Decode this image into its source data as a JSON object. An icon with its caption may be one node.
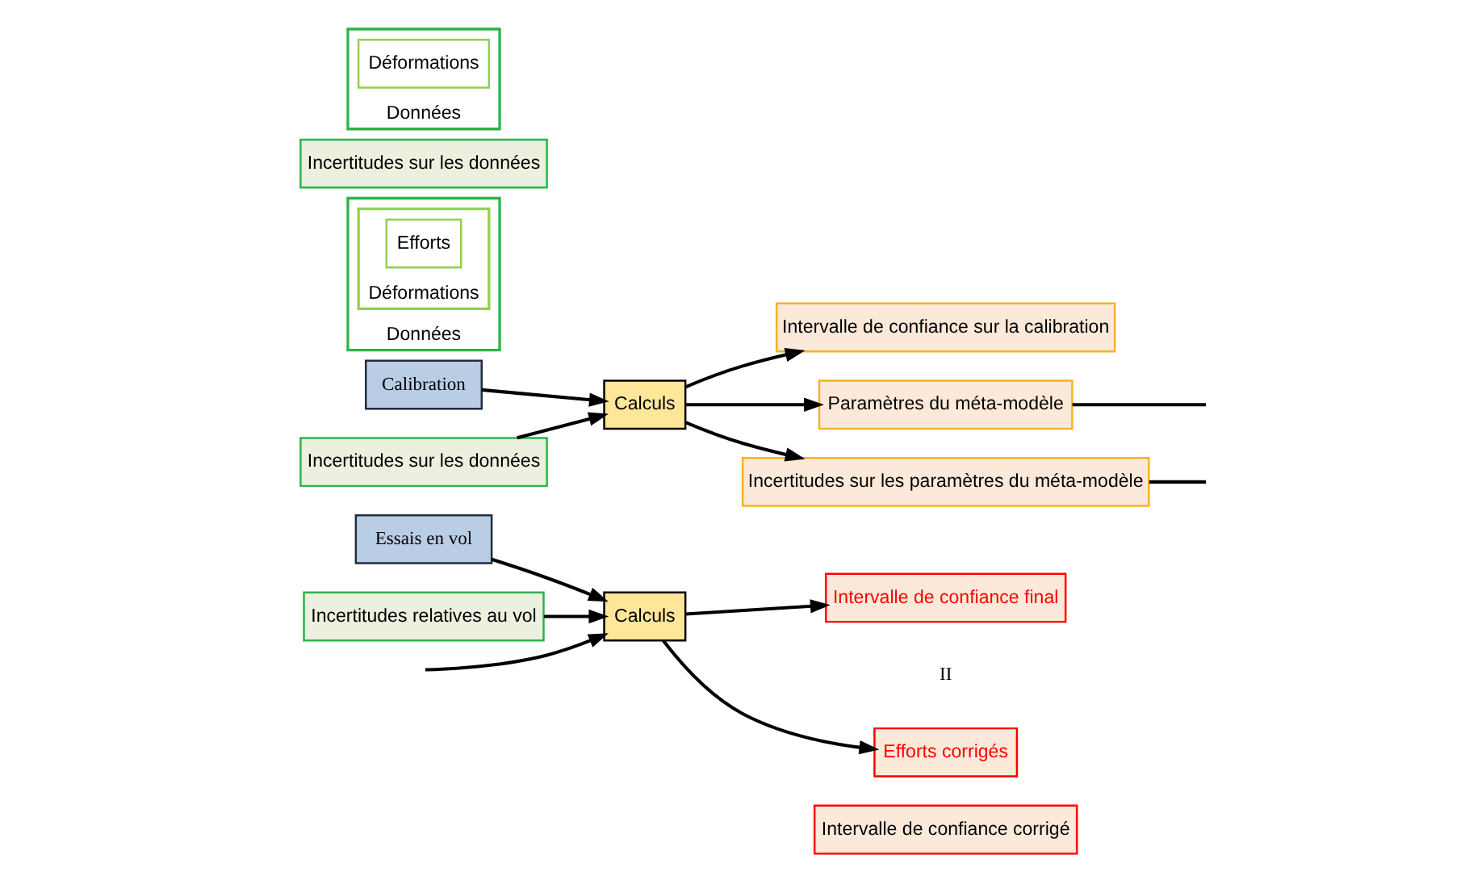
{
  "diagram": {
    "nodes": [
      {
        "text": [
          "Calibration"
        ]
      },
      {
        "text": [
          "Données"
        ]
      },
      {
        "text": [
          "Déformations"
        ],
        "in": 1
      },
      {
        "text": [
          "Efforts"
        ],
        "in": 2
      },
      {
        "text": [
          "Calculs"
        ]
      },
      {
        "text": [
          "Incertitudes sur les données"
        ]
      },
      {
        "text": [
          "Paramètres du méta-modèle"
        ]
      },
      {
        "text": [
          "Incertitudes sur les paramètres du méta-modèle"
        ]
      },
      {
        "text": [
          "Intervalle de confiance sur la calibration"
        ]
      },
      {
        "text": [
          "Incertitudes sur les données"
        ]
      },
      {
        "text": [
          "Incertitudes relatives au vol"
        ]
      },
      {
        "text": [
          "Essais en vol"
        ]
      },
      {
        "text": [
          "Données"
        ]
      },
      {
        "text": [
          "Déformations"
        ],
        "in": 12
      },
      {
        "text": [
          "Calculs"
        ]
      },
      {
        "text": [
          "Efforts corrigés"
        ]
      },
      {
        "text": [
          "Intervalle de confiance final"
        ]
      },
      {
        "text": [
          "Intervalle de confiance corrigé"
        ]
      }
    ],
    "edges": [
      {
        "from": 0,
        "to": 4,
        "arrow": "to"
      },
      {
        "from": 5,
        "to": 4,
        "arrow": "to"
      },
      {
        "from": 4,
        "to": 6,
        "arrow": "to"
      },
      {
        "from": 4,
        "to": 7,
        "arrow": "to"
      },
      {
        "from": 4,
        "to": 8,
        "arrow": "to"
      },
      {
        "from": 6,
        "to": null,
        "arrow": "none"
      },
      {
        "from": 7,
        "to": null,
        "arrow": "none"
      },
      {
        "from": 11,
        "to": 14,
        "arrow": "to"
      },
      {
        "from": 10,
        "to": 14,
        "arrow": "to"
      },
      {
        "from": null,
        "to": 14,
        "arrow": "to"
      },
      {
        "from": 14,
        "to": 15,
        "arrow": "to"
      },
      {
        "from": 14,
        "to": 16,
        "arrow": "to"
      }
    ],
    "labels": [
      "II"
    ]
  }
}
